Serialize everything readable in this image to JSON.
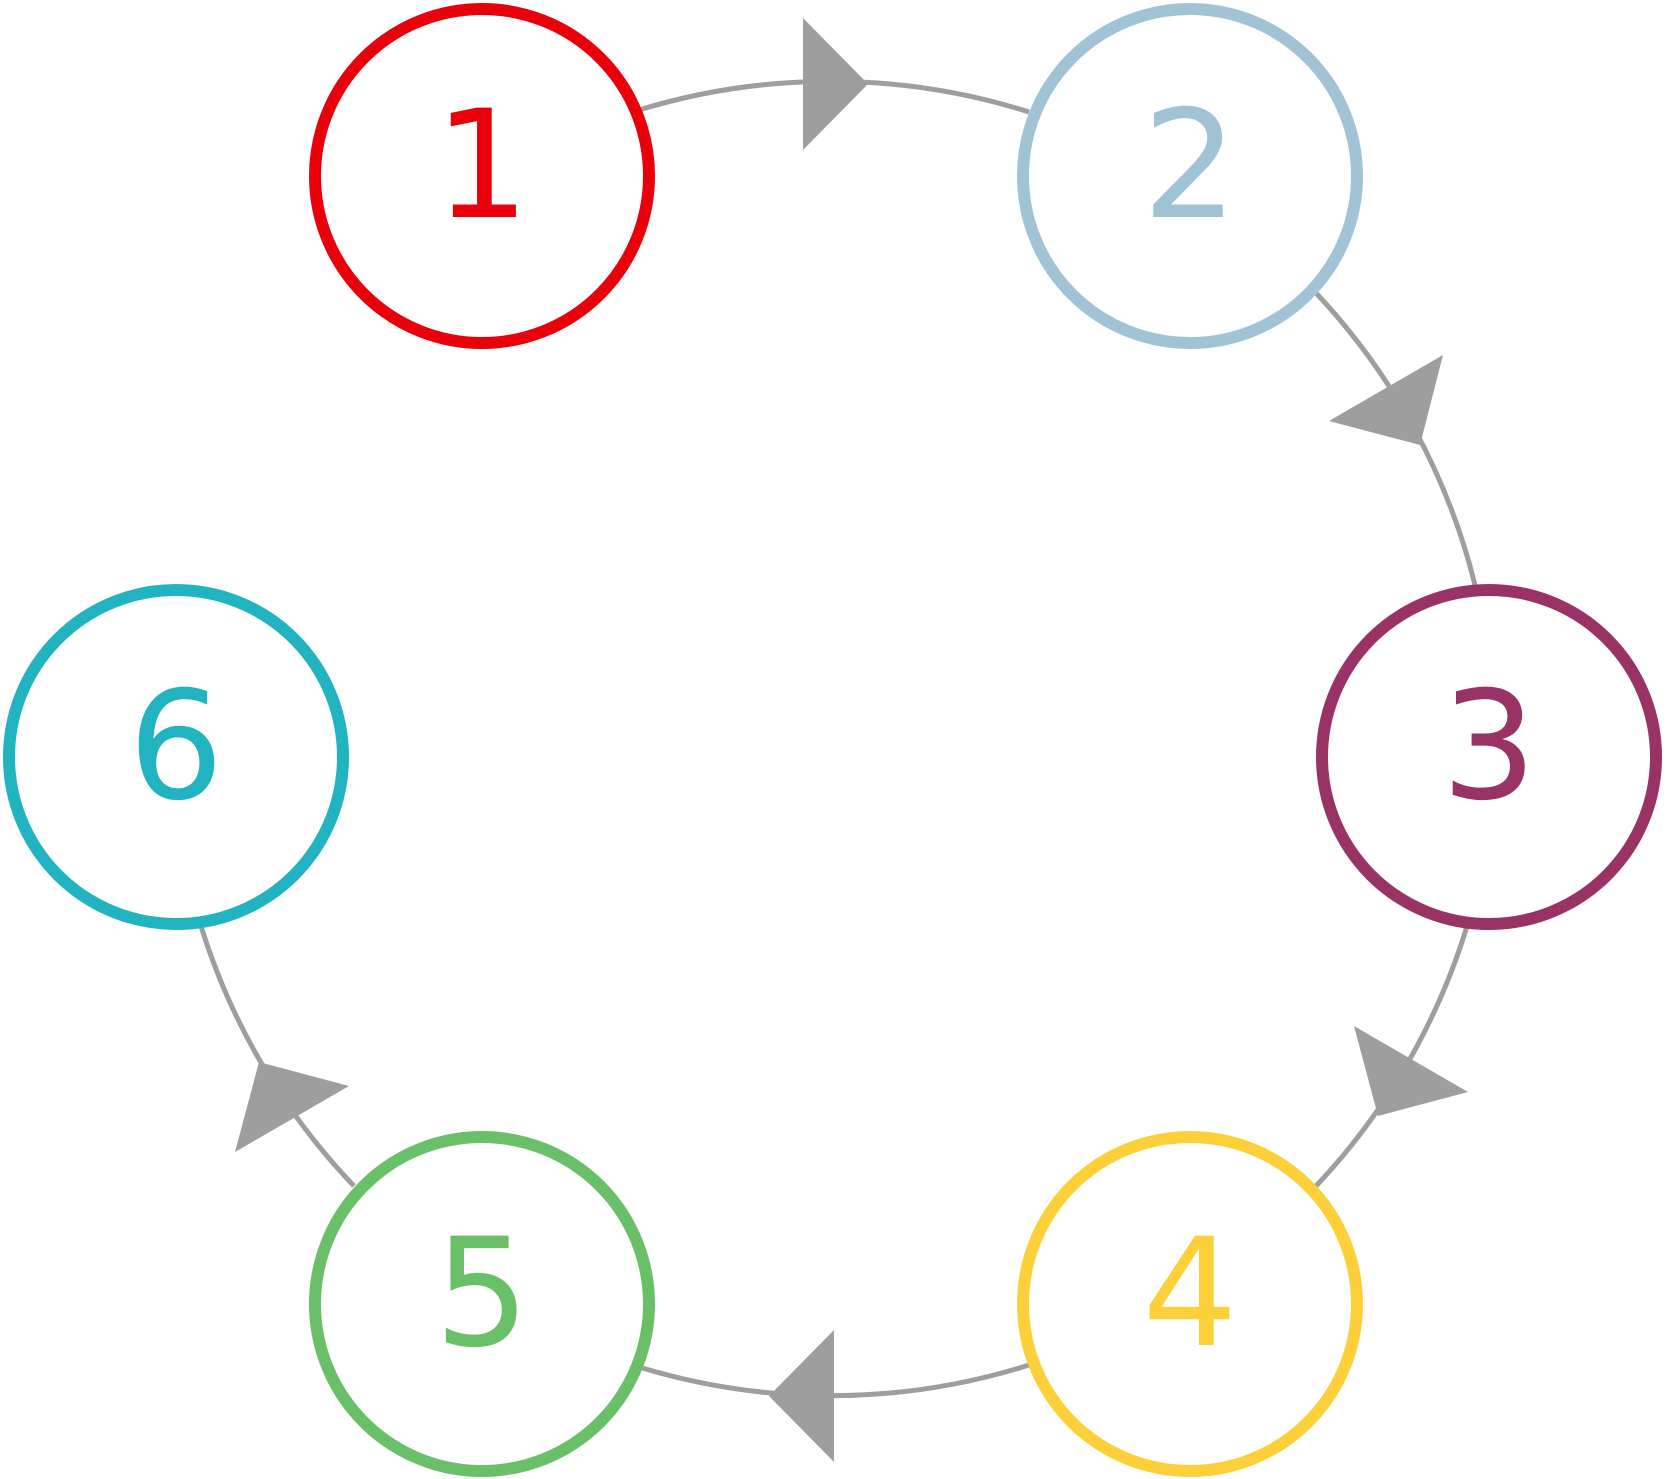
{
  "diagram": {
    "edge_color": "#9e9e9e",
    "nodes": [
      {
        "id": "1",
        "label": "1",
        "color": "#e8000b"
      },
      {
        "id": "2",
        "label": "2",
        "color": "#a0c4d6"
      },
      {
        "id": "3",
        "label": "3",
        "color": "#993366"
      },
      {
        "id": "4",
        "label": "4",
        "color": "#fdd03a"
      },
      {
        "id": "5",
        "label": "5",
        "color": "#6abf69"
      },
      {
        "id": "6",
        "label": "6",
        "color": "#22b3c1"
      }
    ],
    "edges": [
      {
        "from": "1",
        "to": "2"
      },
      {
        "from": "2",
        "to": "3"
      },
      {
        "from": "3",
        "to": "4"
      },
      {
        "from": "4",
        "to": "5"
      },
      {
        "from": "5",
        "to": "6"
      }
    ]
  }
}
